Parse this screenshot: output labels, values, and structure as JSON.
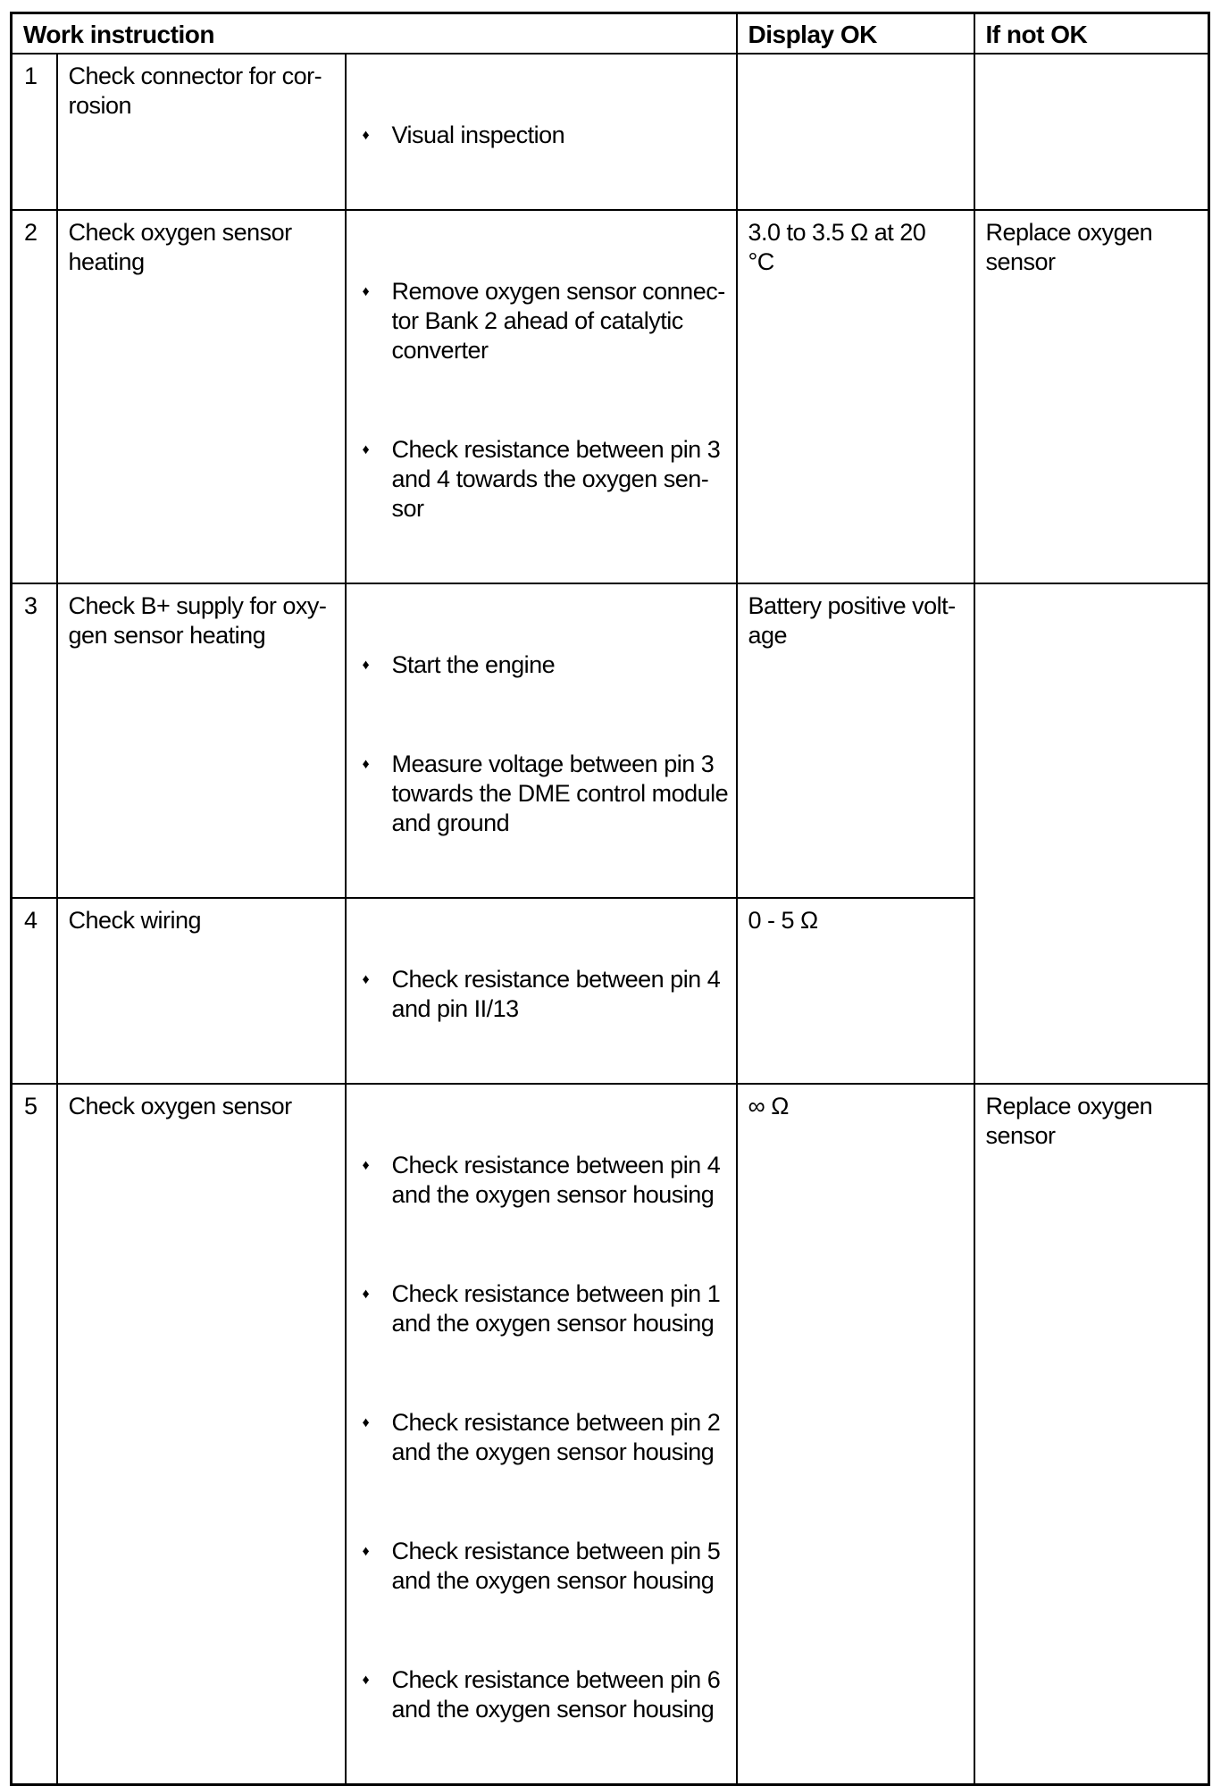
{
  "colors": {
    "text": "#000000",
    "background": "#ffffff",
    "border": "#000000"
  },
  "table": {
    "bullet_glyph": "♦",
    "header": {
      "work_instruction": "Work instruction",
      "display_ok": "Display OK",
      "if_not_ok": "If not OK"
    },
    "rows": [
      {
        "num": "1",
        "task": "Check connector for cor-\nrosion",
        "steps": [
          "Visual inspection"
        ],
        "display_ok": "",
        "if_not_ok": ""
      },
      {
        "num": "2",
        "task": "Check oxygen sensor\nheating",
        "steps": [
          "Remove oxygen sensor connec-\ntor Bank 2 ahead of catalytic\nconverter",
          "Check resistance between pin 3\nand 4 towards the oxygen sen-\nsor"
        ],
        "display_ok": "3.0 to 3.5 Ω at 20\n°C",
        "if_not_ok": "Replace oxygen\nsensor"
      },
      {
        "num": "3",
        "task": "Check B+ supply for oxy-\ngen sensor heating",
        "steps": [
          "Start the engine",
          "Measure voltage between pin 3\ntowards the DME control module\nand ground"
        ],
        "display_ok": "Battery positive volt-\nage",
        "if_not_ok": ""
      },
      {
        "num": "4",
        "task": "Check wiring",
        "steps": [
          "Check resistance between pin 4\nand pin II/13"
        ],
        "display_ok": "0 - 5 Ω"
      },
      {
        "num": "5",
        "task": "Check oxygen sensor",
        "steps": [
          "Check resistance between pin 4\nand the oxygen sensor housing",
          "Check resistance between pin 1\nand the oxygen sensor housing",
          "Check resistance between pin 2\nand the oxygen sensor housing",
          "Check resistance between pin 5\nand the oxygen sensor housing",
          "Check resistance between pin 6\nand the oxygen sensor housing"
        ],
        "display_ok": "∞ Ω",
        "if_not_ok": "Replace oxygen\nsensor"
      }
    ]
  }
}
